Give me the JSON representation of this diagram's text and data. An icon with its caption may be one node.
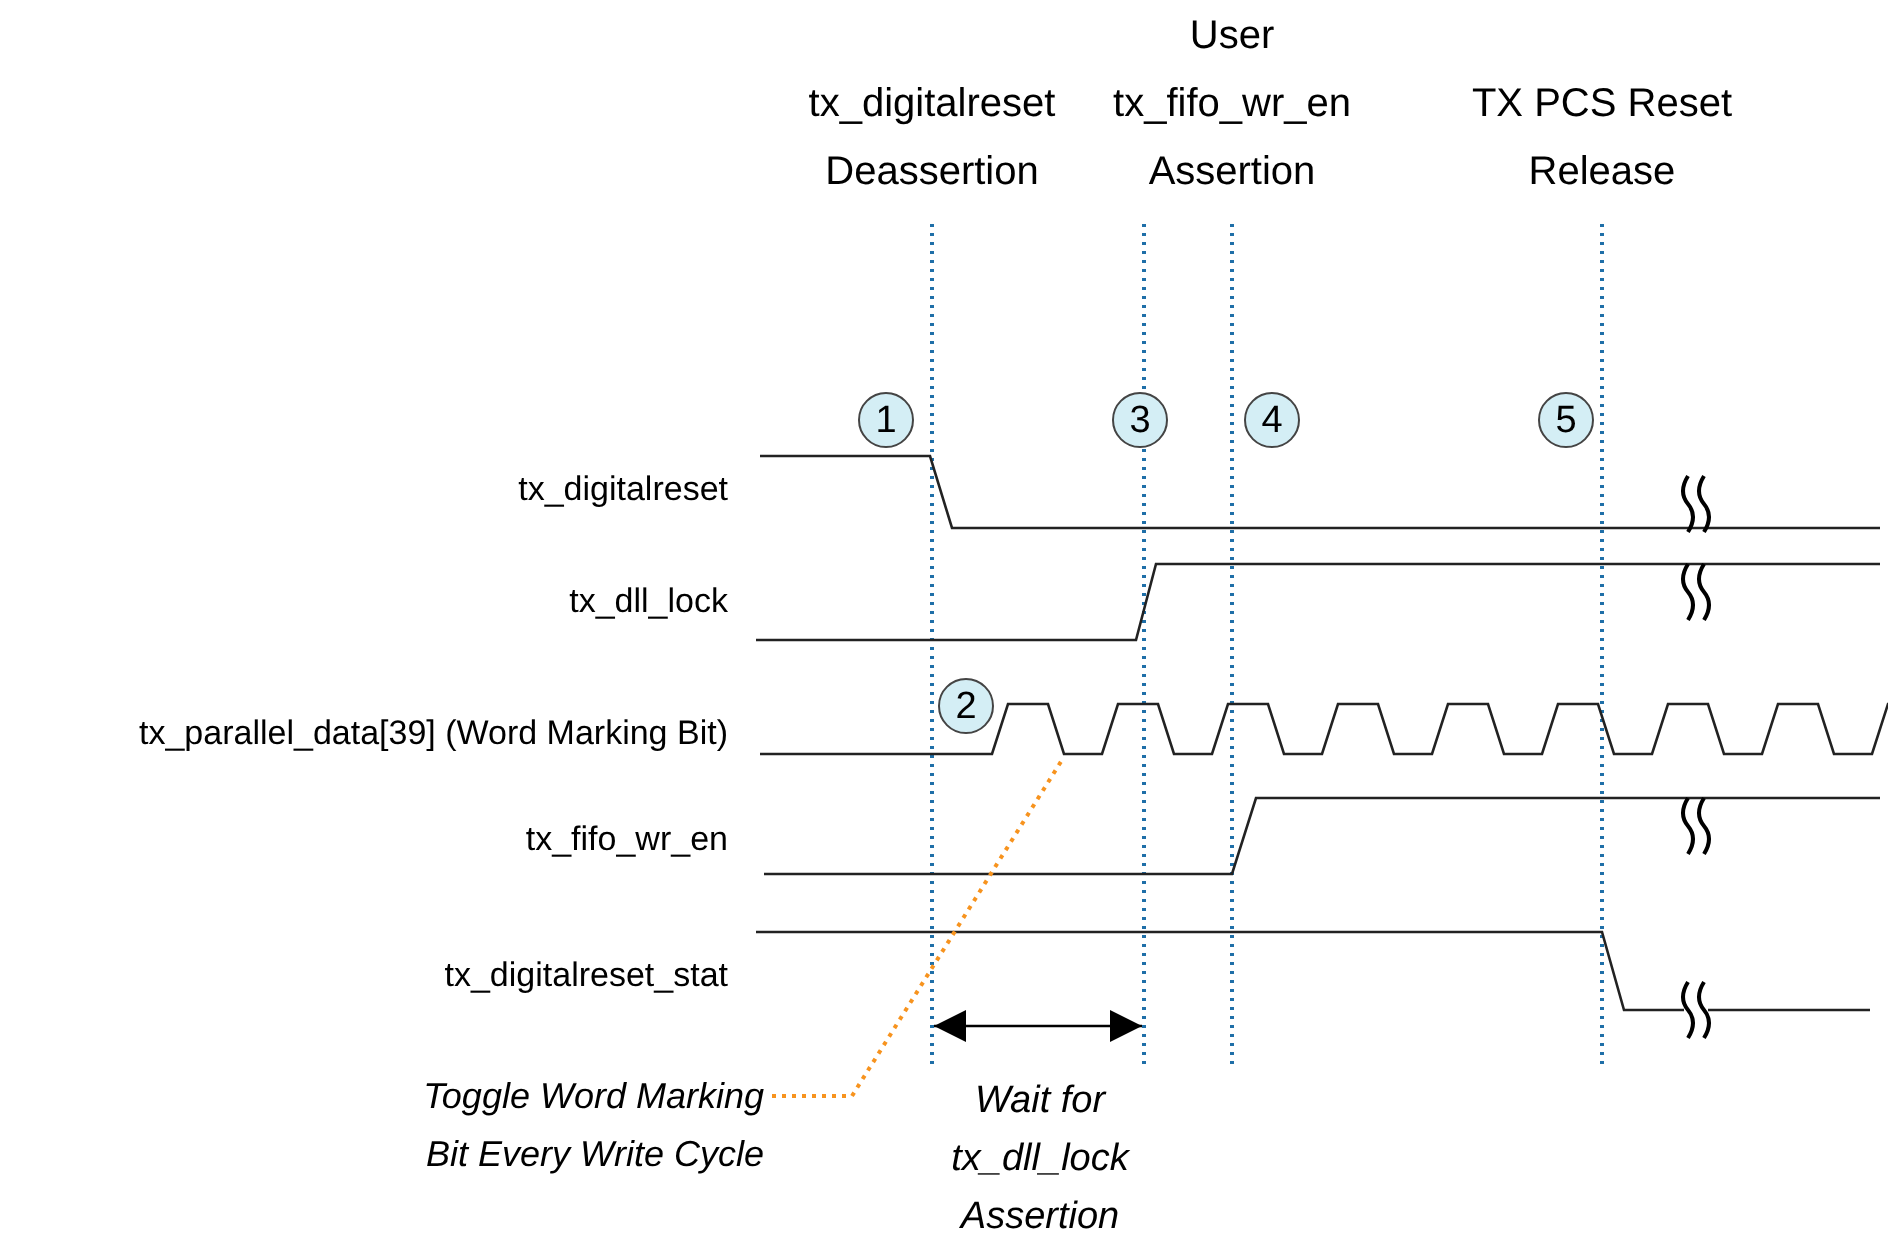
{
  "diagram": {
    "nodes": [
      {
        "text": [
          "1"
        ]
      },
      {
        "text": [
          "3"
        ]
      },
      {
        "text": [
          "4"
        ]
      },
      {
        "text": [
          "5"
        ]
      },
      {
        "text": [
          "2"
        ]
      },
      {
        "text": [
          "Toggle Word Marking Bit Every Write Cycle"
        ]
      },
      {
        "text": [],
        "shape": "line"
      }
    ],
    "edges": [
      {
        "from": 5,
        "to": 6,
        "arrow": "none",
        "style": "dashed",
        "color": "#f7931e"
      }
    ],
    "labels": [
      "tx_digitalreset Deassertion",
      "User tx_fifo_wr_en Assertion",
      "TX PCS Reset Release",
      "tx_digitalreset",
      "tx_dll_lock",
      "tx_parallel_data[39] (Word Marking Bit)",
      "tx_fifo_wr_en",
      "tx_digitalreset_stat",
      "Wait for tx_dll_lock Assertion"
    ]
  }
}
